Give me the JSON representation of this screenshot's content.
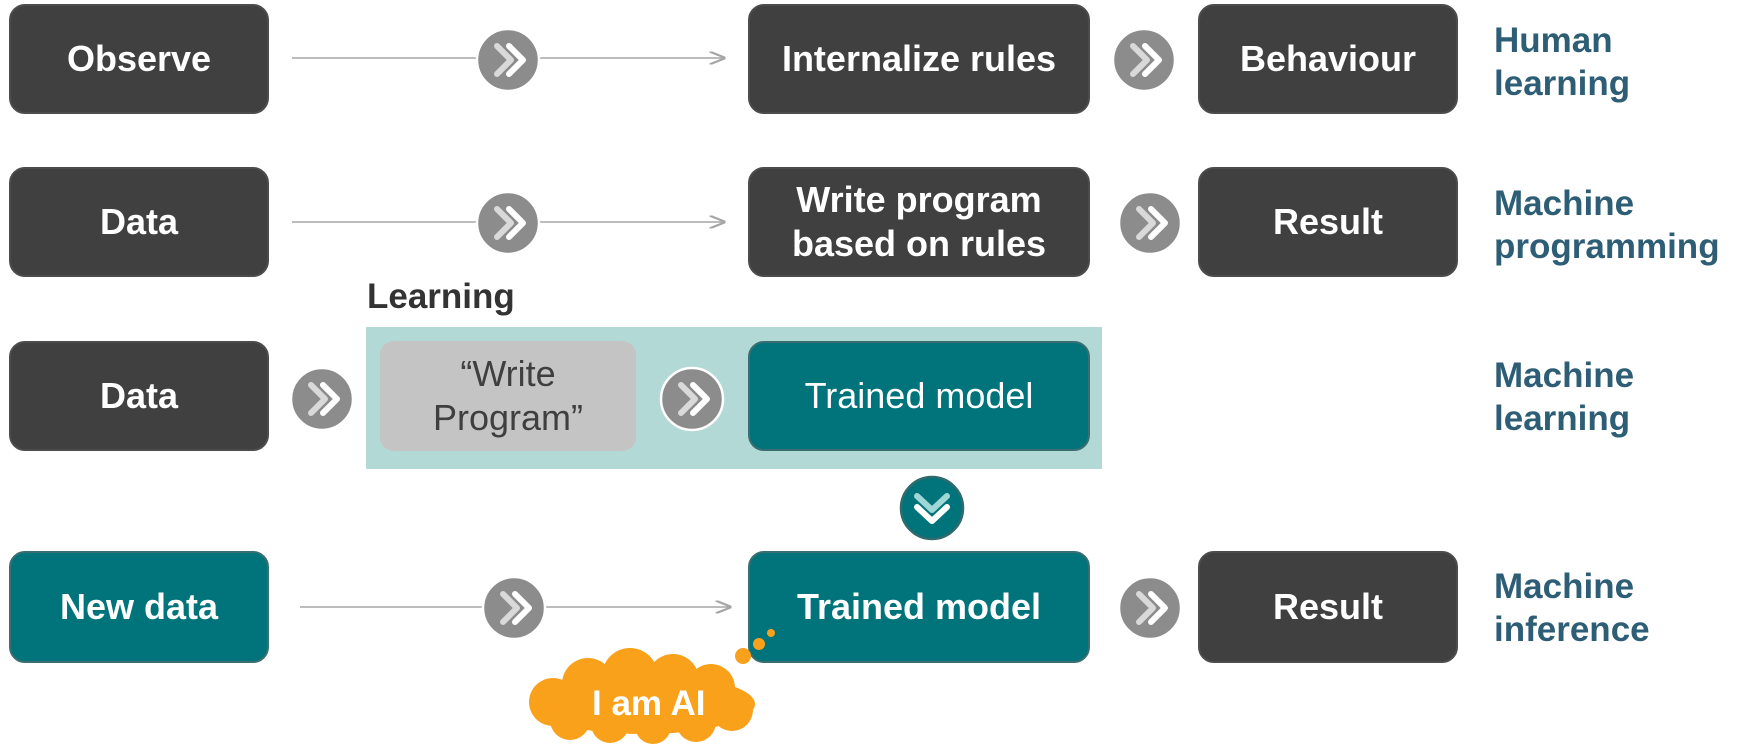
{
  "rows": {
    "human": {
      "input": "Observe",
      "process": "Internalize rules",
      "output": "Behaviour",
      "label_line1": "Human",
      "label_line2": "learning"
    },
    "programming": {
      "input": "Data",
      "process_line1": "Write program",
      "process_line2": "based on rules",
      "output": "Result",
      "label_line1": "Machine",
      "label_line2": "programming"
    },
    "learning": {
      "title": "Learning",
      "input": "Data",
      "write_line1": "“Write",
      "write_line2": "Program”",
      "model": "Trained model",
      "label_line1": "Machine",
      "label_line2": "learning"
    },
    "inference": {
      "input": "New data",
      "model": "Trained model",
      "output": "Result",
      "label_line1": "Machine",
      "label_line2": "inference",
      "cloud": "I am AI"
    }
  },
  "colors": {
    "dark_box": "#404040",
    "teal_box": "#00747a",
    "grey_box": "#c4c4c4",
    "learning_panel": "#b3d9d6",
    "label_text": "#2e5e76",
    "cloud": "#f9a11b"
  },
  "icons": [
    "chevron-right-circle-icon",
    "chevron-down-circle-icon",
    "thought-cloud-icon"
  ]
}
